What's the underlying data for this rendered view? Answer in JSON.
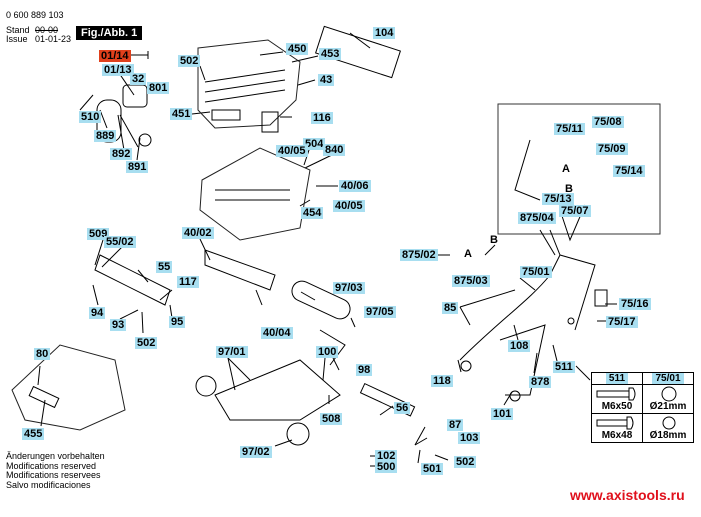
{
  "header": {
    "part_number": "0 600 889 103",
    "stand_label": "Stand",
    "issue_label": "Issue",
    "stand_value": "00-00",
    "issue_value": "01-01-23",
    "figure_title": "Fig./Abb. 1"
  },
  "labels": {
    "l0114": "01/14",
    "l0113": "01/13",
    "l32": "32",
    "l801": "801",
    "l510": "510",
    "l889": "889",
    "l892": "892",
    "l891": "891",
    "l502a": "502",
    "l450": "450",
    "l453": "453",
    "l43": "43",
    "l451": "451",
    "l104": "104",
    "l116": "116",
    "l504": "504",
    "l840": "840",
    "l4005a": "40/05",
    "l4006": "40/06",
    "l4005b": "40/05",
    "l454": "454",
    "l4002": "40/02",
    "l509": "509",
    "l5502": "55/02",
    "l55": "55",
    "l117": "117",
    "l94": "94",
    "l93": "93",
    "l95": "95",
    "l502b": "502",
    "l4004": "40/04",
    "l9703": "97/03",
    "l9705": "97/05",
    "l87502": "875/02",
    "l87503": "875/03",
    "lA": "A",
    "lB": "B",
    "l85": "85",
    "l7501": "75/01",
    "l7516": "75/16",
    "l7517": "75/17",
    "l108": "108",
    "l118": "118",
    "l878": "878",
    "l511": "511",
    "l101": "101",
    "l7511": "75/11",
    "l7508": "75/08",
    "l7509": "75/09",
    "l7514": "75/14",
    "l7513": "75/13",
    "l7507": "75/07",
    "l87504": "875/04",
    "lA2": "A",
    "lB2": "B",
    "l80": "80",
    "l455": "455",
    "l9701": "97/01",
    "l100": "100",
    "l98": "98",
    "l508": "508",
    "l9702": "97/02",
    "l56": "56",
    "l87": "87",
    "l103": "103",
    "l502c": "502",
    "l102": "102",
    "l500": "500",
    "l501": "501"
  },
  "spec_table": {
    "headers": [
      "511",
      "75/01"
    ],
    "rows": [
      [
        "M6x50",
        "Ø21mm"
      ],
      [
        "M6x48",
        "Ø18mm"
      ]
    ]
  },
  "footer": {
    "lines": [
      "Änderungen vorbehalten",
      "Modifications reserved",
      "Modifications reservees",
      "Salvo modificaciones"
    ]
  },
  "watermark": "www.axistools.ru",
  "colors": {
    "label_bg": "#a8def0",
    "highlight_bg": "#e0401c",
    "watermark": "#e0101c"
  }
}
